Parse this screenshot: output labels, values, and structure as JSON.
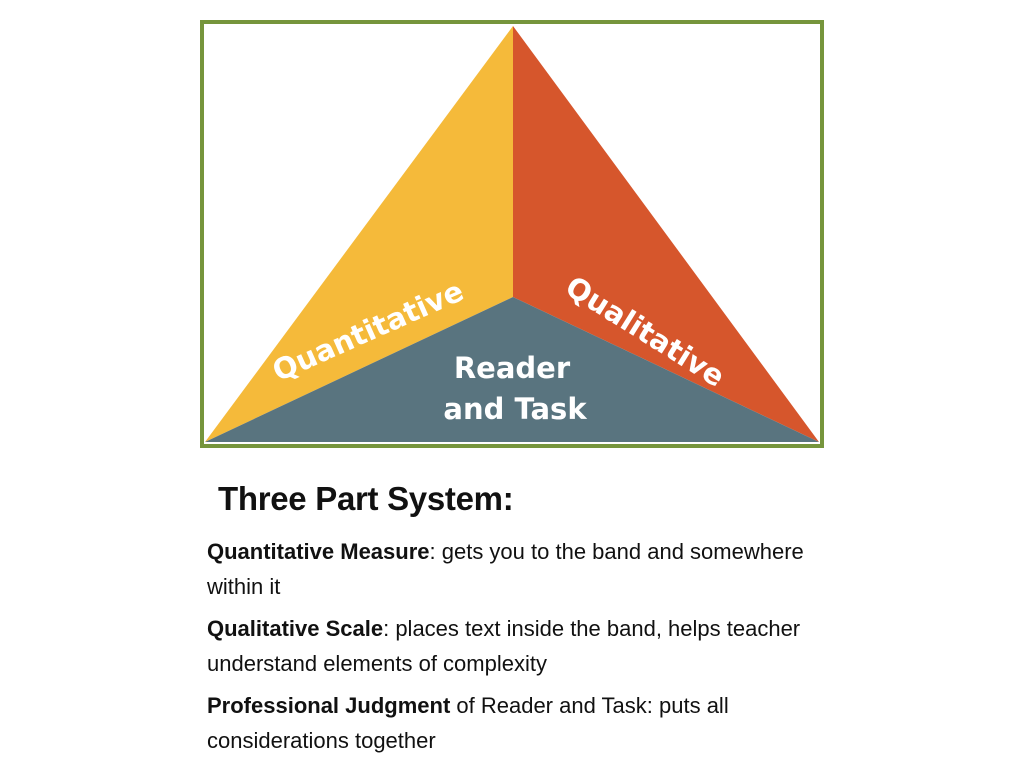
{
  "diagram": {
    "segments": [
      {
        "label": "Quantitative",
        "color": "#F5BA3A"
      },
      {
        "label": "Qualitative",
        "color": "#D6562C"
      },
      {
        "label_line1": "Reader",
        "label_line2": "and Task",
        "color": "#59747F"
      }
    ],
    "border_color": "#76953C"
  },
  "title": "Three Part System:",
  "points": [
    {
      "term": "Quantitative Measure",
      "rest": ": gets you to the band and somewhere within it"
    },
    {
      "term": "Qualitative Scale",
      "rest": ": places text inside the band, helps teacher understand elements of complexity"
    },
    {
      "term": "Professional Judgment",
      "rest": " of Reader and Task: puts all considerations together"
    }
  ]
}
